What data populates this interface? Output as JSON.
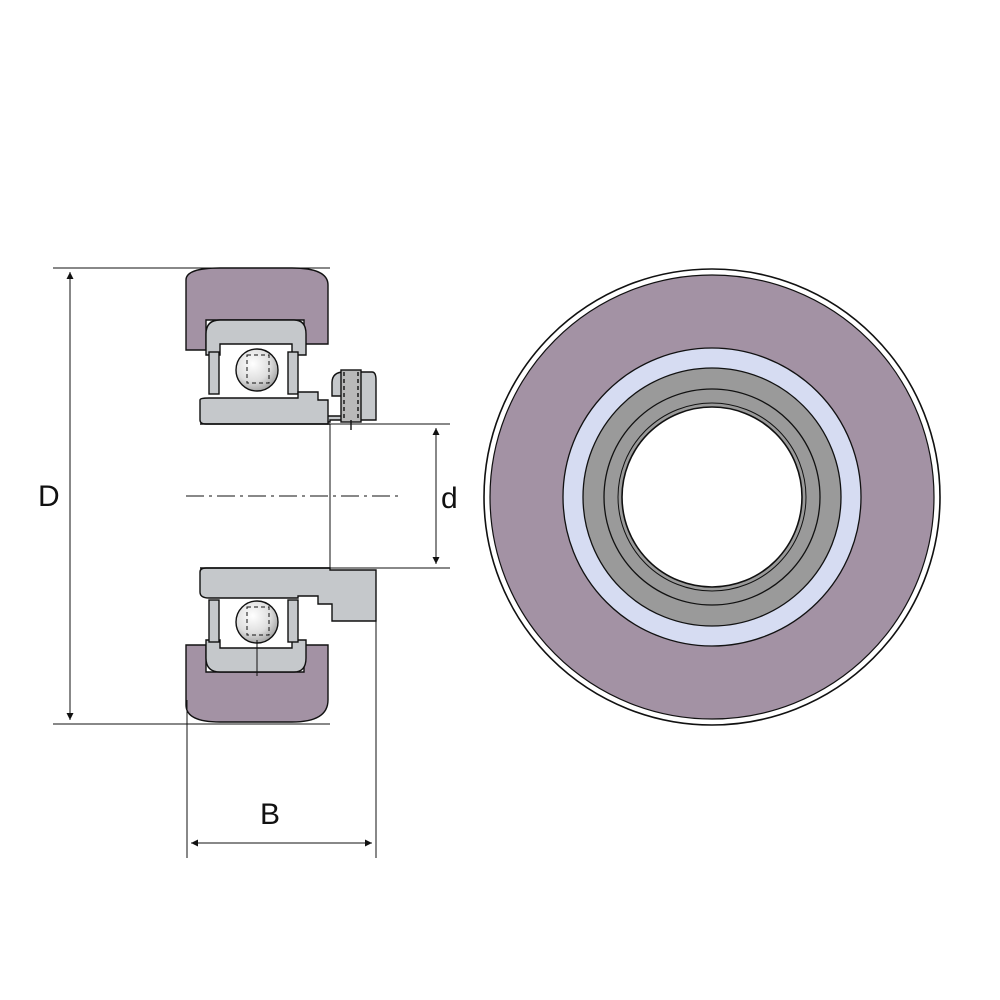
{
  "labels": {
    "outer_diameter": "D",
    "bore_diameter": "d",
    "width": "B"
  },
  "colors": {
    "tyre": "#a392a4",
    "steel": "#c5c8cb",
    "steel_dark": "#8c8c8c",
    "outer_ring_face": "#d6dcf2",
    "inner_ring_face": "#9a9a9a",
    "line": "#111111",
    "background": "#ffffff"
  }
}
